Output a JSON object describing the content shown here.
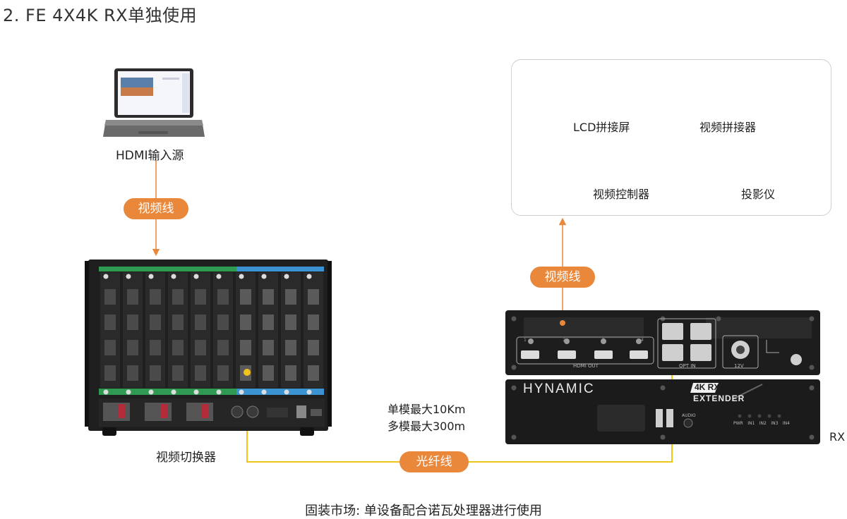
{
  "title": "2. FE 4X4K RX单独使用",
  "source": {
    "label": "HDMI输入源"
  },
  "cable_video_1": "视频线",
  "cable_video_2": "视频线",
  "cable_fiber": "光纤线",
  "switcher": {
    "label": "视频切换器"
  },
  "fiber_note": {
    "line1": "单模最大10Km",
    "line2": "多模最大300m"
  },
  "devices": [
    {
      "label": "LCD拼接屏",
      "icon": "lcd-wall-icon"
    },
    {
      "label": "视频拼接器",
      "icon": "video-splicer-icon"
    },
    {
      "label": "视频控制器",
      "icon": "video-controller-icon"
    },
    {
      "label": "投影仪",
      "icon": "projector-icon"
    }
  ],
  "rx_unit": {
    "side_label": "RX",
    "brand": "HYNAMIC",
    "product_badge": "4K RX",
    "product_sub": "EXTENDER",
    "hdmi_out_label": "HDMI OUT",
    "opt_in_label": "OPT IN",
    "power_label": "12V",
    "audio_label": "AUDIO",
    "port_numbers": [
      "1",
      "2",
      "3",
      "4"
    ],
    "leds": [
      "PWR",
      "IN1",
      "IN2",
      "IN3",
      "IN4"
    ]
  },
  "footer": "固装市场: 单设备配合诺瓦处理器进行使用",
  "colors": {
    "accent": "#e9873a",
    "fiber": "#f0c419",
    "line": "#e9873a",
    "chassis": "#1d1d1d"
  }
}
